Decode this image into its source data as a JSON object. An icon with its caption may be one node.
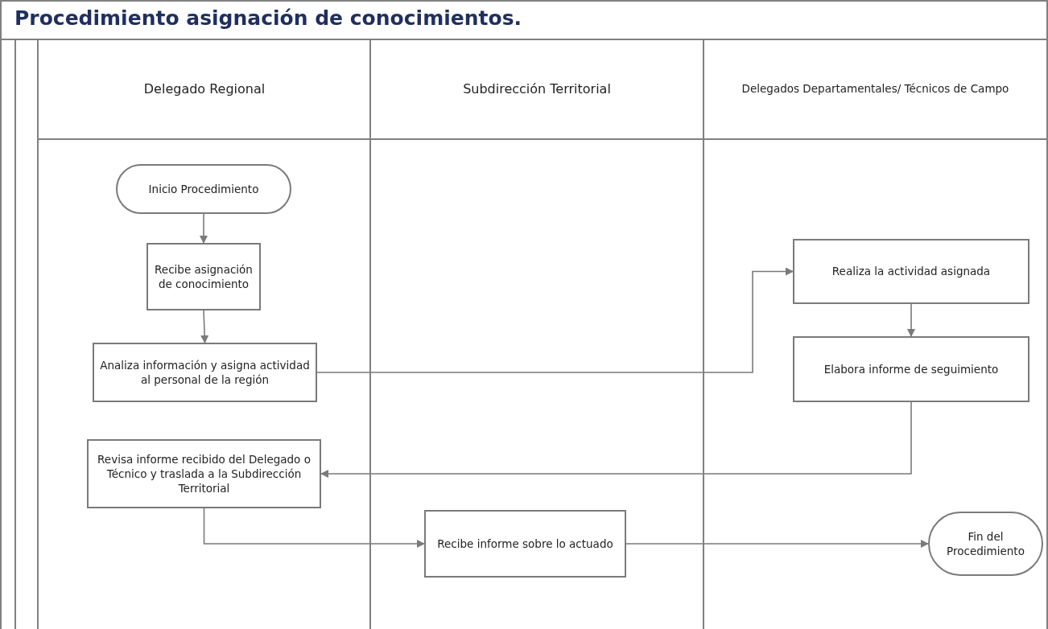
{
  "diagram": {
    "title": "Procedimiento asignación de conocimientos.",
    "nodes": [
      {
        "text": [],
        "shape": "box"
      },
      {
        "text": [
          "Delegado Regional"
        ],
        "in": 0
      },
      {
        "text": [
          "Subdirección Territorial"
        ],
        "in": 0
      },
      {
        "text": [
          "Delegados Departamentales/ Técnicos de Campo"
        ],
        "in": 0
      },
      {
        "text": [
          "Inicio Procedimiento"
        ],
        "in": 1
      },
      {
        "text": [
          "Recibe asignación de conocimiento"
        ],
        "in": 1
      },
      {
        "text": [
          "Analiza información y asigna actividad al personal de la región"
        ],
        "in": 1
      },
      {
        "text": [
          "Revisa informe recibido del Delegado o Técnico y traslada a la Subdirección Territorial"
        ],
        "in": 1
      },
      {
        "text": [
          "Recibe informe sobre lo actuado"
        ],
        "in": 2
      },
      {
        "text": [
          "Realiza la actividad asignada"
        ],
        "in": 3
      },
      {
        "text": [
          "Elabora informe de seguimiento"
        ],
        "in": 3
      },
      {
        "text": [
          "Fin del Procedimiento"
        ],
        "in": 3
      }
    ],
    "edges": [
      {
        "from": 4,
        "to": 5,
        "arrow": "to"
      },
      {
        "from": 5,
        "to": 6,
        "arrow": "to"
      },
      {
        "from": 6,
        "to": 9,
        "arrow": "to"
      },
      {
        "from": 9,
        "to": 10,
        "arrow": "to"
      },
      {
        "from": 10,
        "to": 7,
        "arrow": "to"
      },
      {
        "from": 7,
        "to": 8,
        "arrow": "to"
      },
      {
        "from": 8,
        "to": 11,
        "arrow": "to"
      }
    ]
  }
}
